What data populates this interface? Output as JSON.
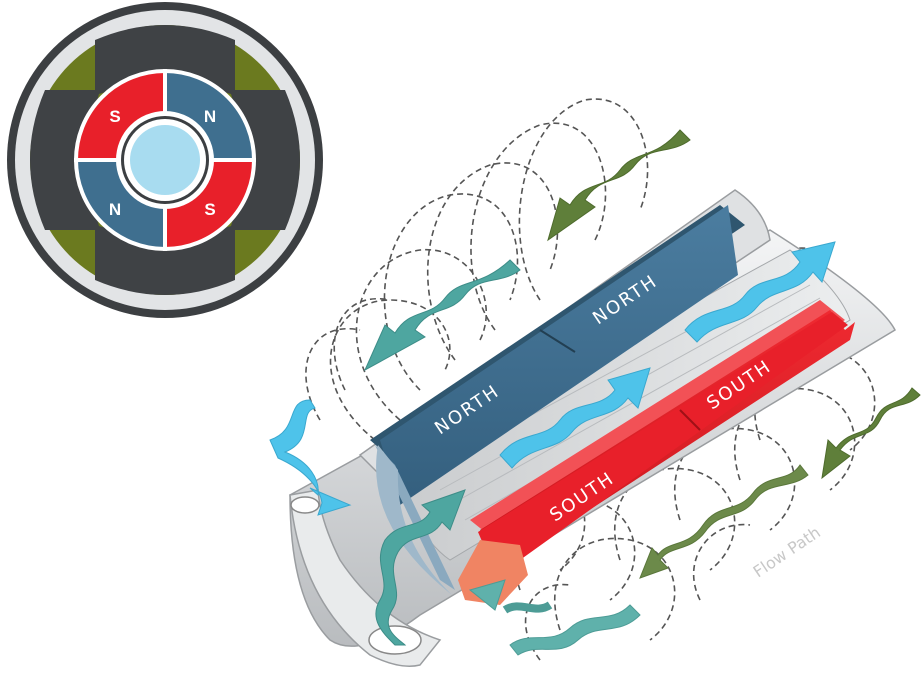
{
  "cross_section": {
    "poles": [
      "S",
      "N",
      "N",
      "S"
    ]
  },
  "magnet_bars": {
    "north_labels": [
      "NORTH",
      "NORTH"
    ],
    "south_labels": [
      "SOUTH",
      "SOUTH"
    ]
  },
  "annotation": {
    "flow_path": "Flow Path"
  },
  "colors": {
    "north_blue": "#3f6f8f",
    "south_red": "#e8202a",
    "core_light_blue": "#a8dcf0",
    "olive": "#6b7a1f",
    "dark_gray": "#3f4245",
    "arrow_cyan": "#4ec3ea",
    "arrow_teal": "#4ea6a0",
    "arrow_green": "#5f7f3a",
    "pipe_silver": "#d6d8da"
  }
}
